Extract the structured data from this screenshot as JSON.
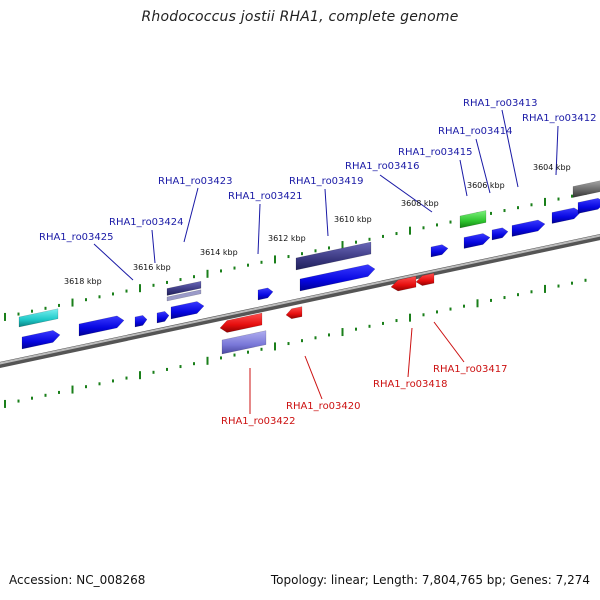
{
  "title": "Rhodococcus jostii RHA1, complete genome",
  "accession": "Accession: NC_008268",
  "topology": "Topology: linear; Length: 7,804,765 bp; Genes: 7,274",
  "colors": {
    "forward_gene": "#0a0ae6",
    "reverse_gene": "#e61010",
    "highlight_dark": "#3a3a80",
    "highlight_light": "#7a78d8",
    "green_gene": "#2ec52e",
    "cyan_gene": "#1ec8c8",
    "grey_gene": "#666666",
    "backbone": "#777777",
    "tick": "#1a7f1a",
    "label_forward": "#1a1aa6",
    "label_reverse": "#cc1111"
  },
  "scale_labels": [
    "3618 kbp",
    "3616 kbp",
    "3614 kbp",
    "3612 kbp",
    "3610 kbp",
    "3608 kbp",
    "3606 kbp",
    "3604 kbp"
  ],
  "forward_labels": [
    "RHA1_ro03425",
    "RHA1_ro03424",
    "RHA1_ro03423",
    "RHA1_ro03421",
    "RHA1_ro03419",
    "RHA1_ro03416",
    "RHA1_ro03415",
    "RHA1_ro03414",
    "RHA1_ro03413",
    "RHA1_ro03412"
  ],
  "reverse_labels": [
    "RHA1_ro03422",
    "RHA1_ro03420",
    "RHA1_ro03418",
    "RHA1_ro03417"
  ]
}
